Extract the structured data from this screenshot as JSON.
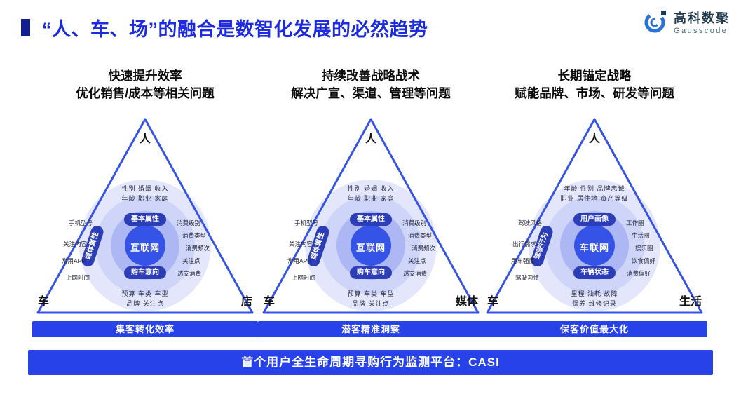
{
  "header": {
    "title": "“人、车、场”的融合是数智化发展的必然趋势",
    "logo_name": "高科数聚",
    "logo_sub": "Gausscode"
  },
  "columns": [
    {
      "heading": [
        "快速提升效率",
        "优化销售/成本等相关问题"
      ],
      "corners": {
        "top": "人",
        "left": "车",
        "right": "店"
      },
      "pill_top": "基本属性",
      "top_rows": [
        "性别 婚姻 收入",
        "年龄 职业 家庭"
      ],
      "left_labels": [
        "手机型号",
        "关注内容",
        "常用APP",
        "上网时间"
      ],
      "left_vertical": "媒体属性",
      "center": "互联网",
      "right_labels": [
        "消费级别",
        "消费类型",
        "消费频次",
        "关注点",
        "透支消费"
      ],
      "pill_bottom": "购车意向",
      "bottom_rows": [
        "预算 车类 车型",
        "品牌 关注点"
      ],
      "bar": "集客转化效率"
    },
    {
      "heading": [
        "持续改善战略战术",
        "解决广宣、渠道、管理等问题"
      ],
      "corners": {
        "top": "人",
        "left": "车",
        "right": "媒体"
      },
      "pill_top": "基本属性",
      "top_rows": [
        "性别 婚姻 收入",
        "年龄 职业 家庭"
      ],
      "left_labels": [
        "手机型号",
        "关注内容",
        "常用APP",
        "上网时间"
      ],
      "left_vertical": "媒体属性",
      "center": "互联网",
      "right_labels": [
        "消费级别",
        "消费类型",
        "消费频次",
        "关注点",
        "透支消费"
      ],
      "pill_bottom": "购车意向",
      "bottom_rows": [
        "预算 车类 车型",
        "品牌 关注点"
      ],
      "bar": "潜客精准洞察"
    },
    {
      "heading": [
        "长期锚定战略",
        "赋能品牌、市场、研发等问题"
      ],
      "corners": {
        "top": "人",
        "left": "车",
        "right": "生活"
      },
      "pill_top": "用户画像",
      "top_rows": [
        "年龄 性别 品牌忠诚",
        "职业 居住地 资产等级"
      ],
      "left_labels": [
        "驾驶风格",
        "出行需求",
        "用车强度",
        "驾驶习惯"
      ],
      "left_vertical": "驾驶行为",
      "center": "车联网",
      "right_labels": [
        "工作圈",
        "生活圈",
        "娱乐圈",
        "饮食偏好",
        "消费偏好"
      ],
      "pill_bottom": "车辆状态",
      "bottom_rows": [
        "里程 油耗 故障",
        "保养 维修记录"
      ],
      "bar": "保客价值最大化"
    }
  ],
  "footer": {
    "platform": "首个用户全生命周期寻购行为监测平台：CASI"
  },
  "colors": {
    "title_blue": "#1c2be0",
    "bar_blue": "#2742e8",
    "triangle_blue": "#3653e8",
    "ring_outer": "#e4e7fb",
    "ring_mid": "#ced5f8",
    "ring_inner": "#acb7f3",
    "pill_blue": "#2c3db8"
  }
}
